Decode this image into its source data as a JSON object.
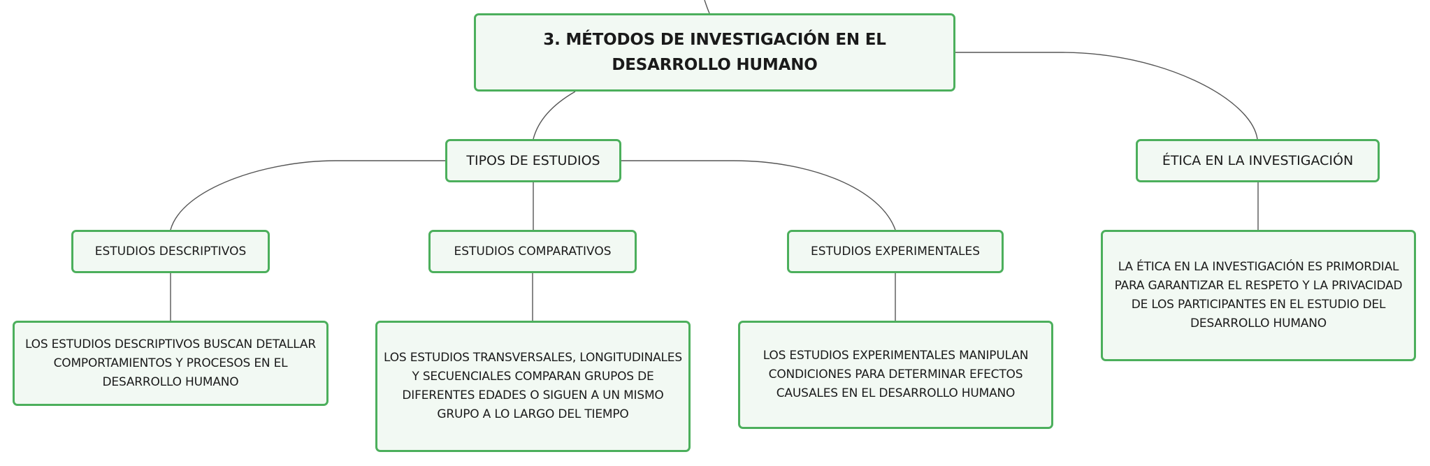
{
  "diagram": {
    "central": {
      "label": "3. MÉTODOS DE INVESTIGACIÓN EN EL DESARROLLO HUMANO"
    },
    "branches": {
      "tipos": {
        "label": "TIPOS DE ESTUDIOS",
        "children": {
          "descriptivos": {
            "label": "ESTUDIOS DESCRIPTIVOS",
            "detail": "LOS ESTUDIOS DESCRIPTIVOS BUSCAN DETALLAR COMPORTAMIENTOS Y PROCESOS EN EL DESARROLLO HUMANO"
          },
          "comparativos": {
            "label": "ESTUDIOS COMPARATIVOS",
            "detail": "LOS ESTUDIOS TRANSVERSALES, LONGITUDINALES Y SECUENCIALES COMPARAN GRUPOS DE DIFERENTES EDADES O SIGUEN A UN MISMO GRUPO A LO LARGO DEL TIEMPO"
          },
          "experimentales": {
            "label": "ESTUDIOS EXPERIMENTALES",
            "detail": "LOS ESTUDIOS EXPERIMENTALES MANIPULAN CONDICIONES PARA DETERMINAR EFECTOS CAUSALES EN EL DESARROLLO HUMANO"
          }
        }
      },
      "etica": {
        "label": "ÉTICA EN LA INVESTIGACIÓN",
        "detail": "LA ÉTICA EN LA INVESTIGACIÓN ES PRIMORDIAL PARA GARANTIZAR EL RESPETO Y LA PRIVACIDAD DE LOS PARTICIPANTES EN EL ESTUDIO DEL DESARROLLO HUMANO"
      }
    }
  },
  "colors": {
    "node_border": "#4caf5c",
    "node_fill": "#f2f9f3",
    "connector": "#555555",
    "text": "#1a1a1a"
  }
}
